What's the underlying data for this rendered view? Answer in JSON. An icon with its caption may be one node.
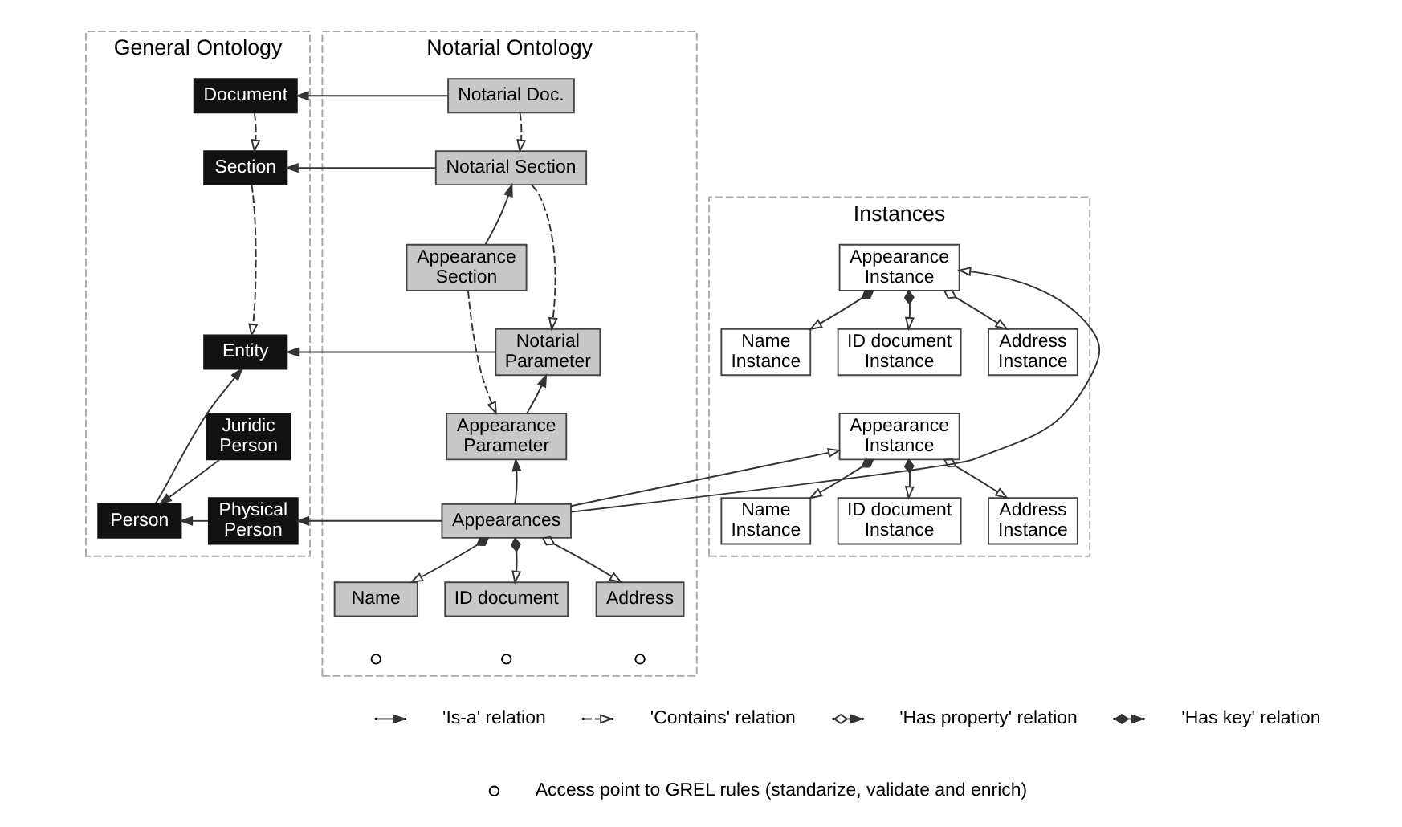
{
  "diagram": {
    "nodes": [
      {
        "text": [
          "General Ontology"
        ]
      },
      {
        "text": [
          "Document"
        ],
        "in": 0
      },
      {
        "text": [
          "Section"
        ],
        "in": 0
      },
      {
        "text": [
          "Entity"
        ],
        "in": 0
      },
      {
        "text": [
          "Person"
        ],
        "in": 0
      },
      {
        "text": [
          "Juridic Person"
        ],
        "in": 0
      },
      {
        "text": [
          "Physical Person"
        ],
        "in": 0
      },
      {
        "text": [
          "Notarial Ontology"
        ]
      },
      {
        "text": [
          "Notarial Doc."
        ],
        "in": 7
      },
      {
        "text": [
          "Notarial Section"
        ],
        "in": 7
      },
      {
        "text": [
          "Appearance Section"
        ],
        "in": 7
      },
      {
        "text": [
          "Notarial Parameter"
        ],
        "in": 7
      },
      {
        "text": [
          "Appearance Parameter"
        ],
        "in": 7
      },
      {
        "text": [
          "Appearances"
        ],
        "in": 7
      },
      {
        "text": [
          "Name"
        ],
        "in": 7
      },
      {
        "text": [
          "ID document"
        ],
        "in": 7
      },
      {
        "text": [
          "Address"
        ],
        "in": 7
      },
      {
        "text": [],
        "shape": "circle",
        "in": 7
      },
      {
        "text": [],
        "shape": "circle",
        "in": 7
      },
      {
        "text": [],
        "shape": "circle",
        "in": 7
      },
      {
        "text": [
          "Instances"
        ]
      },
      {
        "text": [
          "Appearance Instance"
        ],
        "in": 20
      },
      {
        "text": [
          "Name Instance"
        ],
        "in": 20
      },
      {
        "text": [
          "ID document Instance"
        ],
        "in": 20
      },
      {
        "text": [
          "Address Instance"
        ],
        "in": 20
      },
      {
        "text": [
          "Appearance Instance"
        ],
        "in": 20
      },
      {
        "text": [
          "Name Instance"
        ],
        "in": 20
      },
      {
        "text": [
          "ID document Instance"
        ],
        "in": 20
      },
      {
        "text": [
          "Address Instance"
        ],
        "in": 20
      }
    ],
    "edges": [
      {
        "from": 8,
        "to": 1,
        "arrow": "to"
      },
      {
        "from": 1,
        "to": 2,
        "arrow": "to",
        "style": "dashed"
      },
      {
        "from": 9,
        "to": 2,
        "arrow": "to"
      },
      {
        "from": 2,
        "to": 3,
        "arrow": "to",
        "style": "dashed"
      },
      {
        "from": 11,
        "to": 3,
        "arrow": "to"
      },
      {
        "from": 4,
        "to": 3,
        "arrow": "to"
      },
      {
        "from": 5,
        "to": 4,
        "arrow": "to"
      },
      {
        "from": 6,
        "to": 4,
        "arrow": "to"
      },
      {
        "from": 13,
        "to": 6,
        "arrow": "to"
      },
      {
        "from": 8,
        "to": 9,
        "arrow": "to",
        "style": "dashed"
      },
      {
        "from": 10,
        "to": 9,
        "arrow": "to"
      },
      {
        "from": 9,
        "to": 11,
        "arrow": "to",
        "style": "dashed"
      },
      {
        "from": 10,
        "to": 12,
        "arrow": "to",
        "style": "dashed"
      },
      {
        "from": 12,
        "to": 11,
        "arrow": "to"
      },
      {
        "from": 13,
        "to": 12,
        "arrow": "to"
      },
      {
        "from": 13,
        "to": 14,
        "arrow": "to"
      },
      {
        "from": 13,
        "to": 15,
        "arrow": "to"
      },
      {
        "from": 13,
        "to": 16,
        "arrow": "to"
      },
      {
        "from": 13,
        "to": 21,
        "arrow": "to"
      },
      {
        "from": 13,
        "to": 25,
        "arrow": "to"
      },
      {
        "from": 21,
        "to": 22,
        "arrow": "to"
      },
      {
        "from": 21,
        "to": 23,
        "arrow": "to"
      },
      {
        "from": 21,
        "to": 24,
        "arrow": "to"
      },
      {
        "from": 25,
        "to": 26,
        "arrow": "to"
      },
      {
        "from": 25,
        "to": 27,
        "arrow": "to"
      },
      {
        "from": 25,
        "to": 28,
        "arrow": "to"
      }
    ],
    "legend": [
      {
        "text": "'Is-a' relation"
      },
      {
        "text": "'Contains' relation"
      },
      {
        "text": "'Has property' relation"
      },
      {
        "text": "'Has key' relation"
      },
      {
        "text": "Access point to GREL rules (standarize, validate and enrich)"
      }
    ]
  }
}
